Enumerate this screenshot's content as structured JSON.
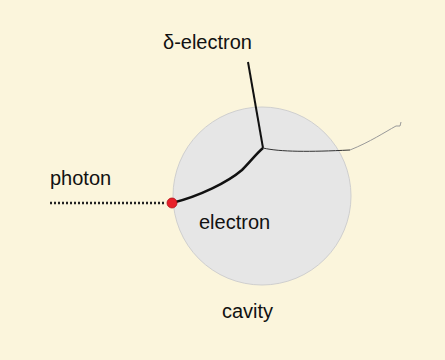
{
  "diagram": {
    "labels": [
      "δ-electron",
      "photon",
      "electron",
      "cavity"
    ]
  }
}
